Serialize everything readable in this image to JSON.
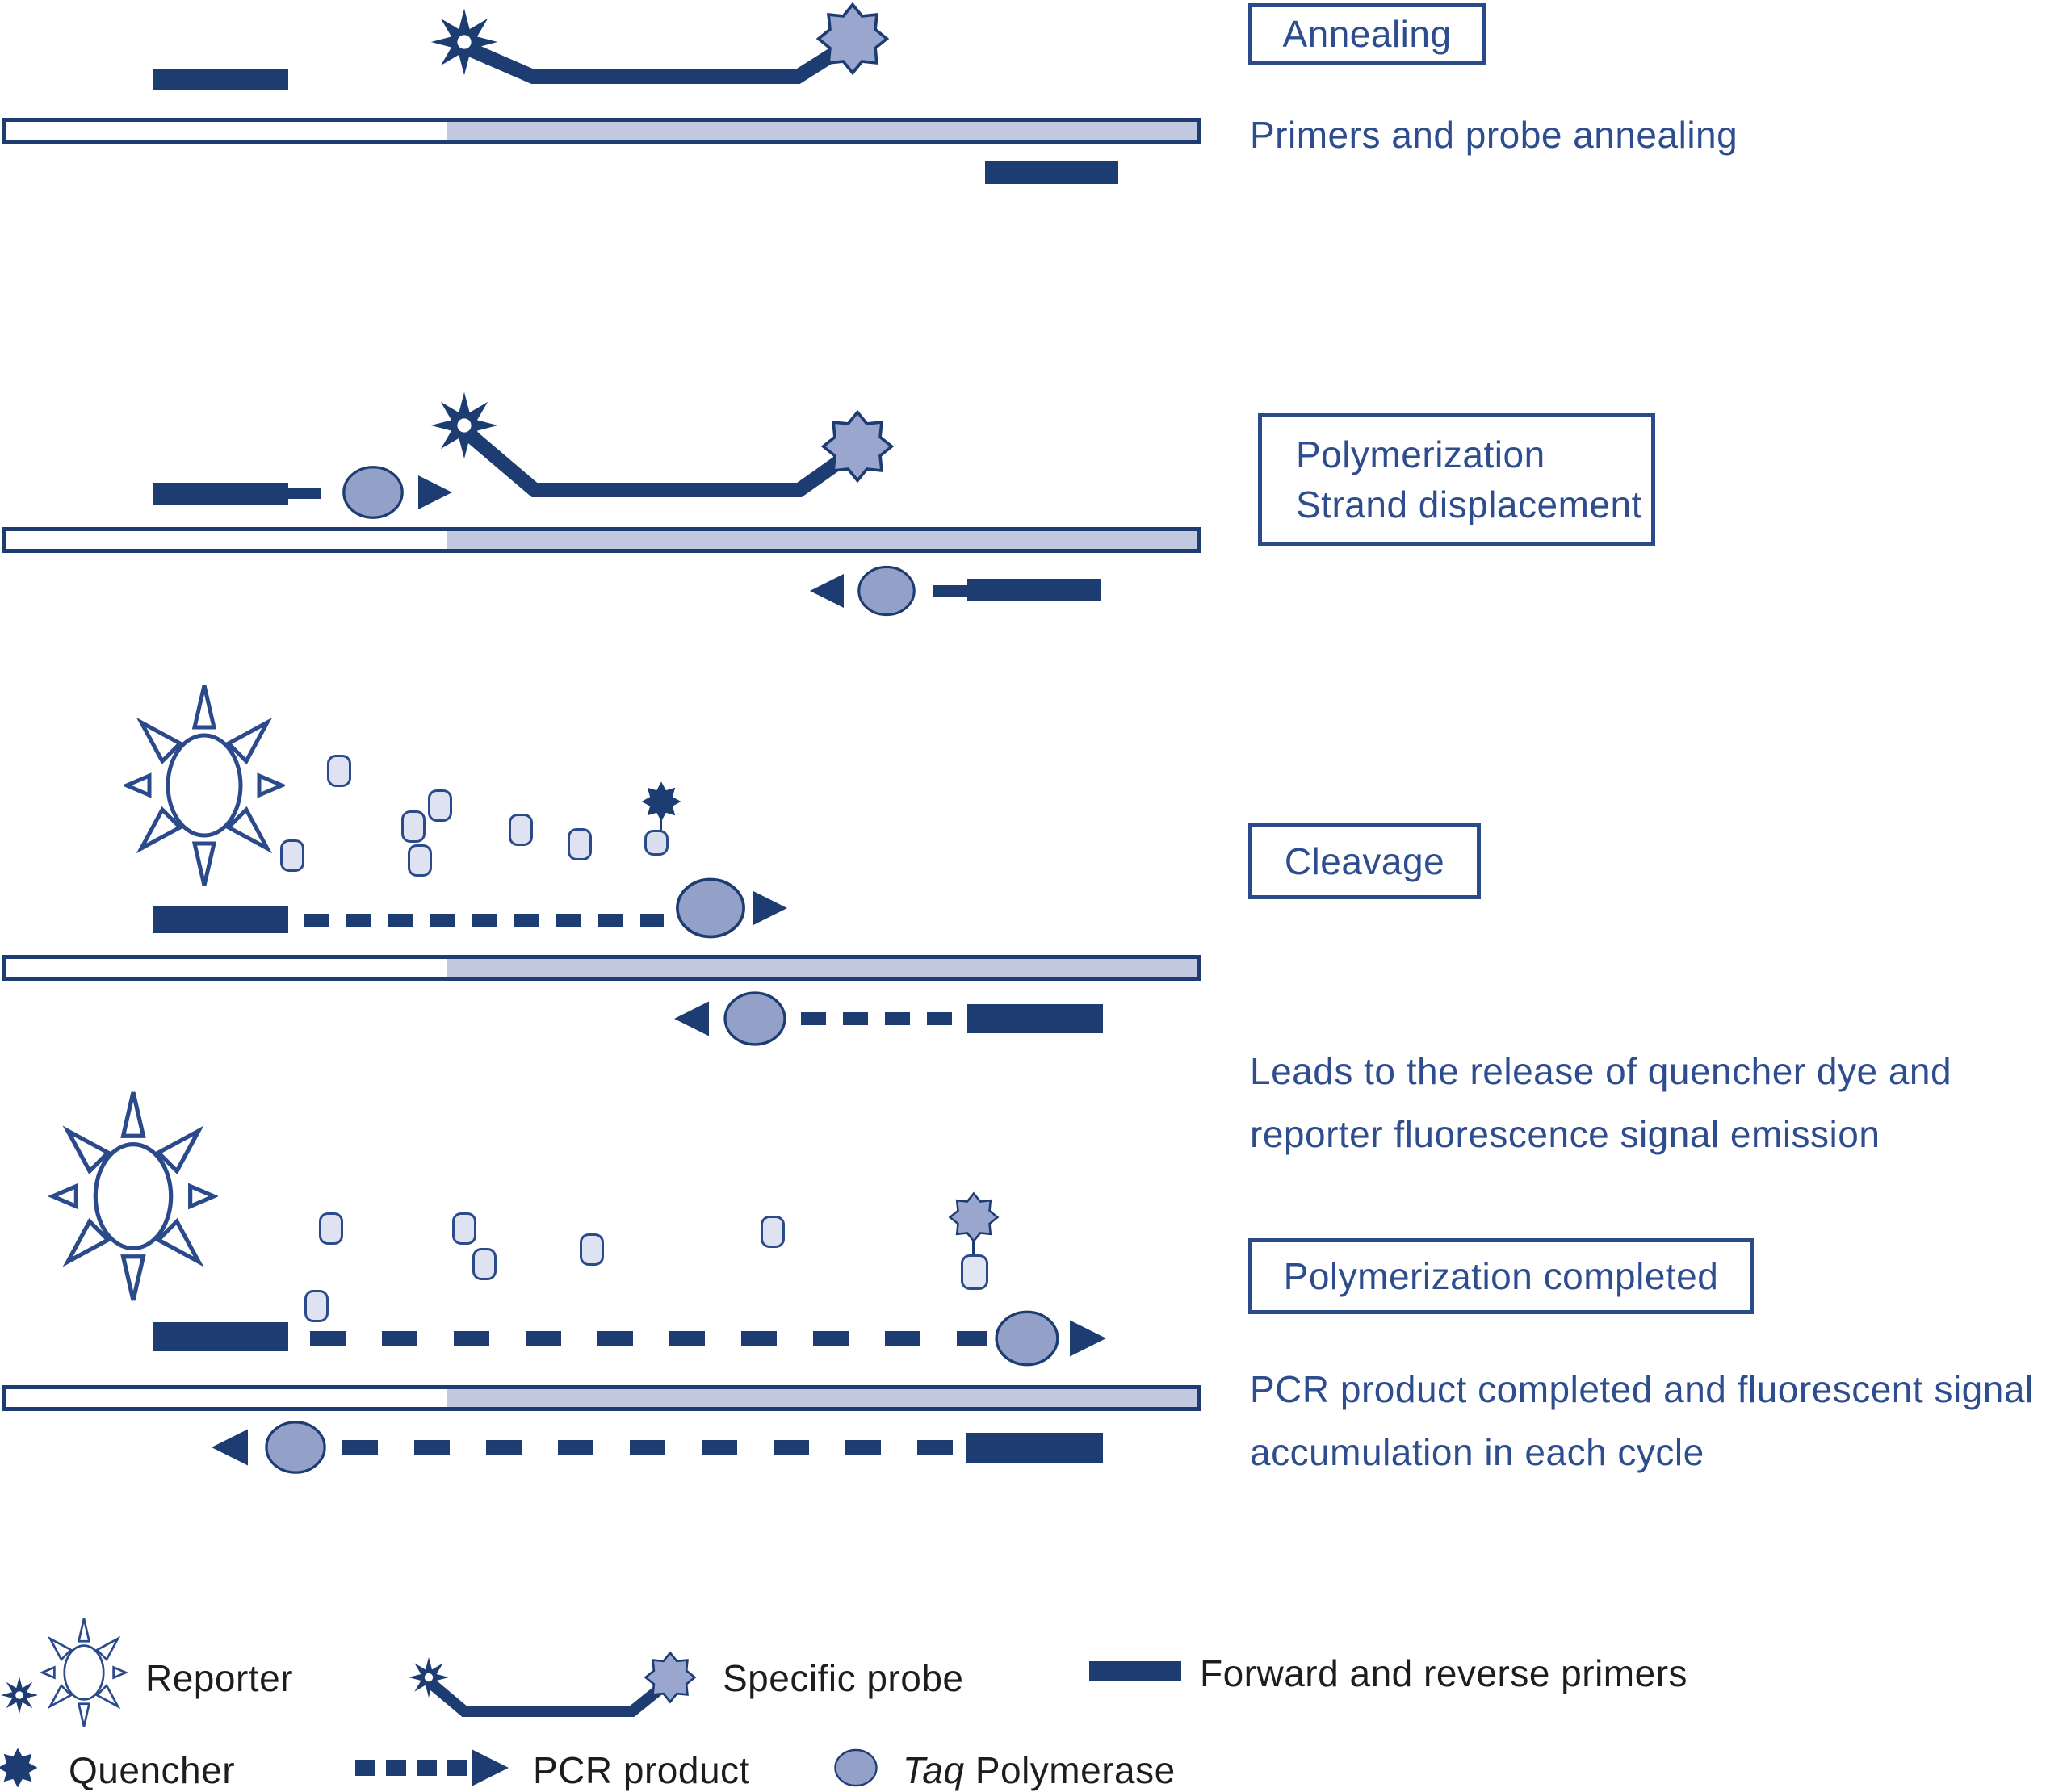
{
  "sections": [
    {
      "id": "annealing",
      "label": "Annealing",
      "caption": "Primers and probe annealing"
    },
    {
      "id": "polymerization",
      "label_line1": "Polymerization",
      "label_line2": "Strand displacement"
    },
    {
      "id": "cleavage",
      "label": "Cleavage",
      "caption_line1": "Leads to the release of quencher dye and",
      "caption_line2": "reporter fluorescence signal emission"
    },
    {
      "id": "polymerization-completed",
      "label": "Polymerization completed",
      "caption_line1": "PCR product completed and fluorescent signal",
      "caption_line2": "accumulation in each cycle"
    }
  ],
  "legend": {
    "reporter": "Reporter",
    "quencher": "Quencher",
    "specific_probe": "Specific probe",
    "pcr_product": "PCR product",
    "taq_italic": "Taq",
    "taq_rest": " Polymerase",
    "primers": "Forward and reverse primers"
  },
  "icons": {
    "reporter": "sun-burst-icon",
    "quencher": "eight-point-star-icon",
    "probe": "star-line-gear-icon",
    "pcr_product": "dashed-arrow-icon",
    "taq_polymerase": "ellipse-icon",
    "primer": "solid-bar-icon"
  },
  "colors": {
    "navy": "#1d3c72",
    "template_fill": "#c2c8df",
    "shape_fill": "#9aa6cd",
    "taq_fill": "#93a1c8",
    "nucleotide_fill": "#dfe2f0",
    "text_blue": "#2e4d8e",
    "text_black": "#1d1d1b",
    "background": "#ffffff"
  }
}
